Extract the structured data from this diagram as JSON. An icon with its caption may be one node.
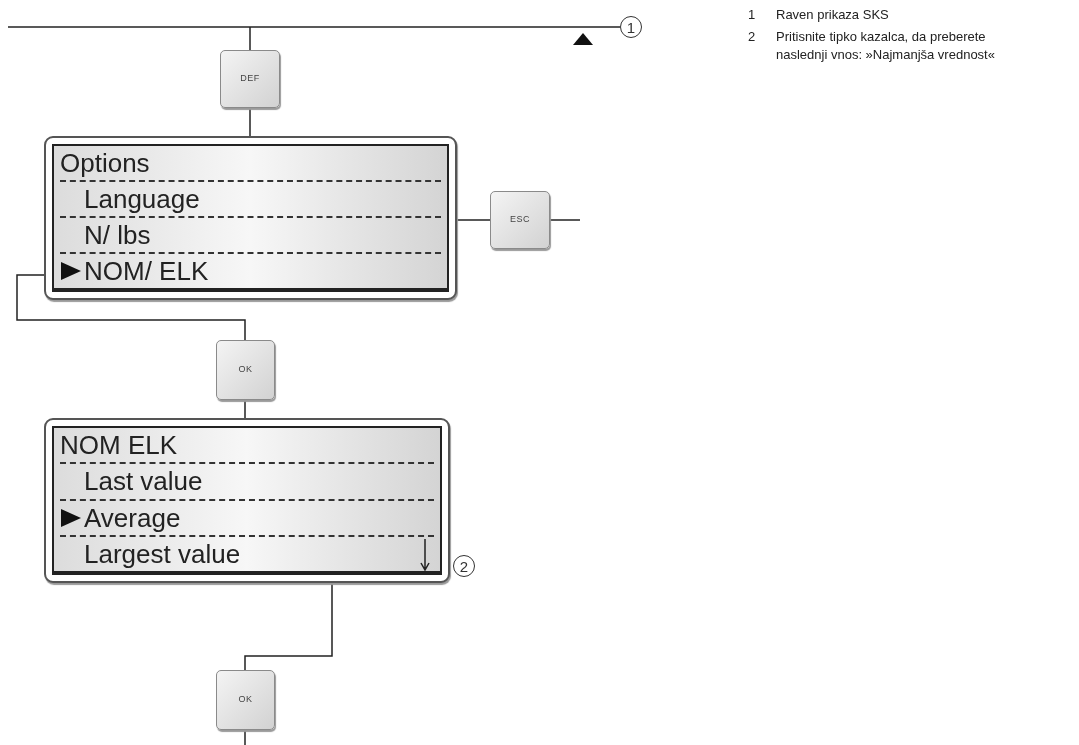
{
  "diagram": {
    "nodes": [
      {
        "text": [
          "DEF"
        ]
      },
      {
        "text": [
          "Options",
          "Language",
          "N/ lbs",
          "NOM/ ELK"
        ]
      },
      {
        "text": [
          "ESC"
        ]
      },
      {
        "text": [
          "OK"
        ]
      },
      {
        "text": [
          "NOM ELK",
          "Last value",
          "Average",
          "Largest value"
        ]
      },
      {
        "text": [
          "OK"
        ]
      },
      {
        "text": [
          "1"
        ]
      },
      {
        "text": [
          "2"
        ]
      }
    ],
    "edges": [
      {
        "from": null,
        "to": 6,
        "arrow": "none"
      },
      {
        "from": null,
        "to": 0,
        "arrow": "none"
      },
      {
        "from": 0,
        "to": 1,
        "arrow": "none"
      },
      {
        "from": 1,
        "to": 2,
        "arrow": "none"
      },
      {
        "from": 2,
        "to": null,
        "arrow": "none"
      },
      {
        "from": 1,
        "to": 3,
        "arrow": "none"
      },
      {
        "from": 3,
        "to": 4,
        "arrow": "none"
      },
      {
        "from": 4,
        "to": 5,
        "arrow": "none"
      },
      {
        "from": 5,
        "to": null,
        "arrow": "none"
      }
    ],
    "labels": [
      "1",
      "Raven prikaza SKS",
      "2",
      "Pritisnite tipko kazalca, da preberete naslednji vnos: »Najmanjša vrednost«"
    ]
  }
}
